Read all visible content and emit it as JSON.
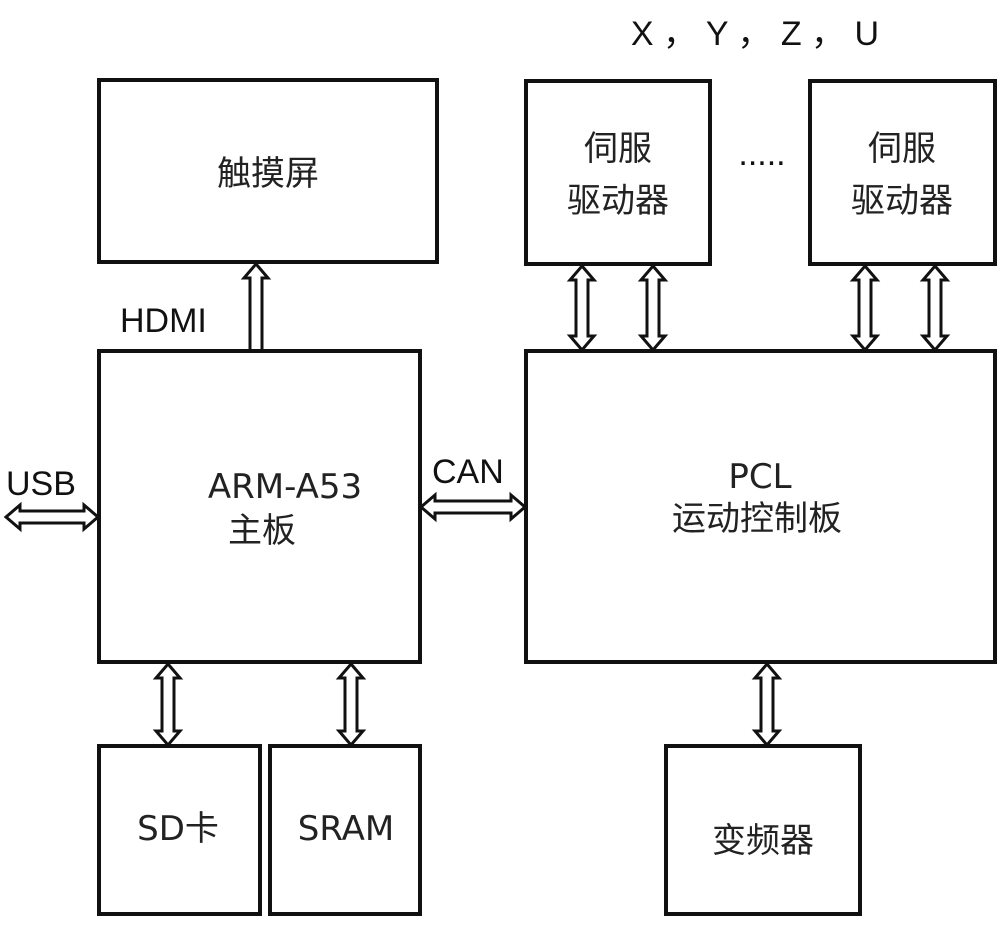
{
  "axes_label": "X ， Y ， Z ， U",
  "ellipsis": ".....",
  "blocks": {
    "touchscreen": "触摸屏",
    "arm_line1": "ARM-A53",
    "arm_line2": "主板",
    "sd_card": "SD卡",
    "sram": "SRAM",
    "servo1_line1": "伺服",
    "servo1_line2": "驱动器",
    "servo2_line1": "伺服",
    "servo2_line2": "驱动器",
    "pcl_line1": "PCL",
    "pcl_line2": "运动控制板",
    "inverter": "变频器"
  },
  "connections": {
    "hdmi": "HDMI",
    "usb": "USB",
    "can": "CAN"
  }
}
